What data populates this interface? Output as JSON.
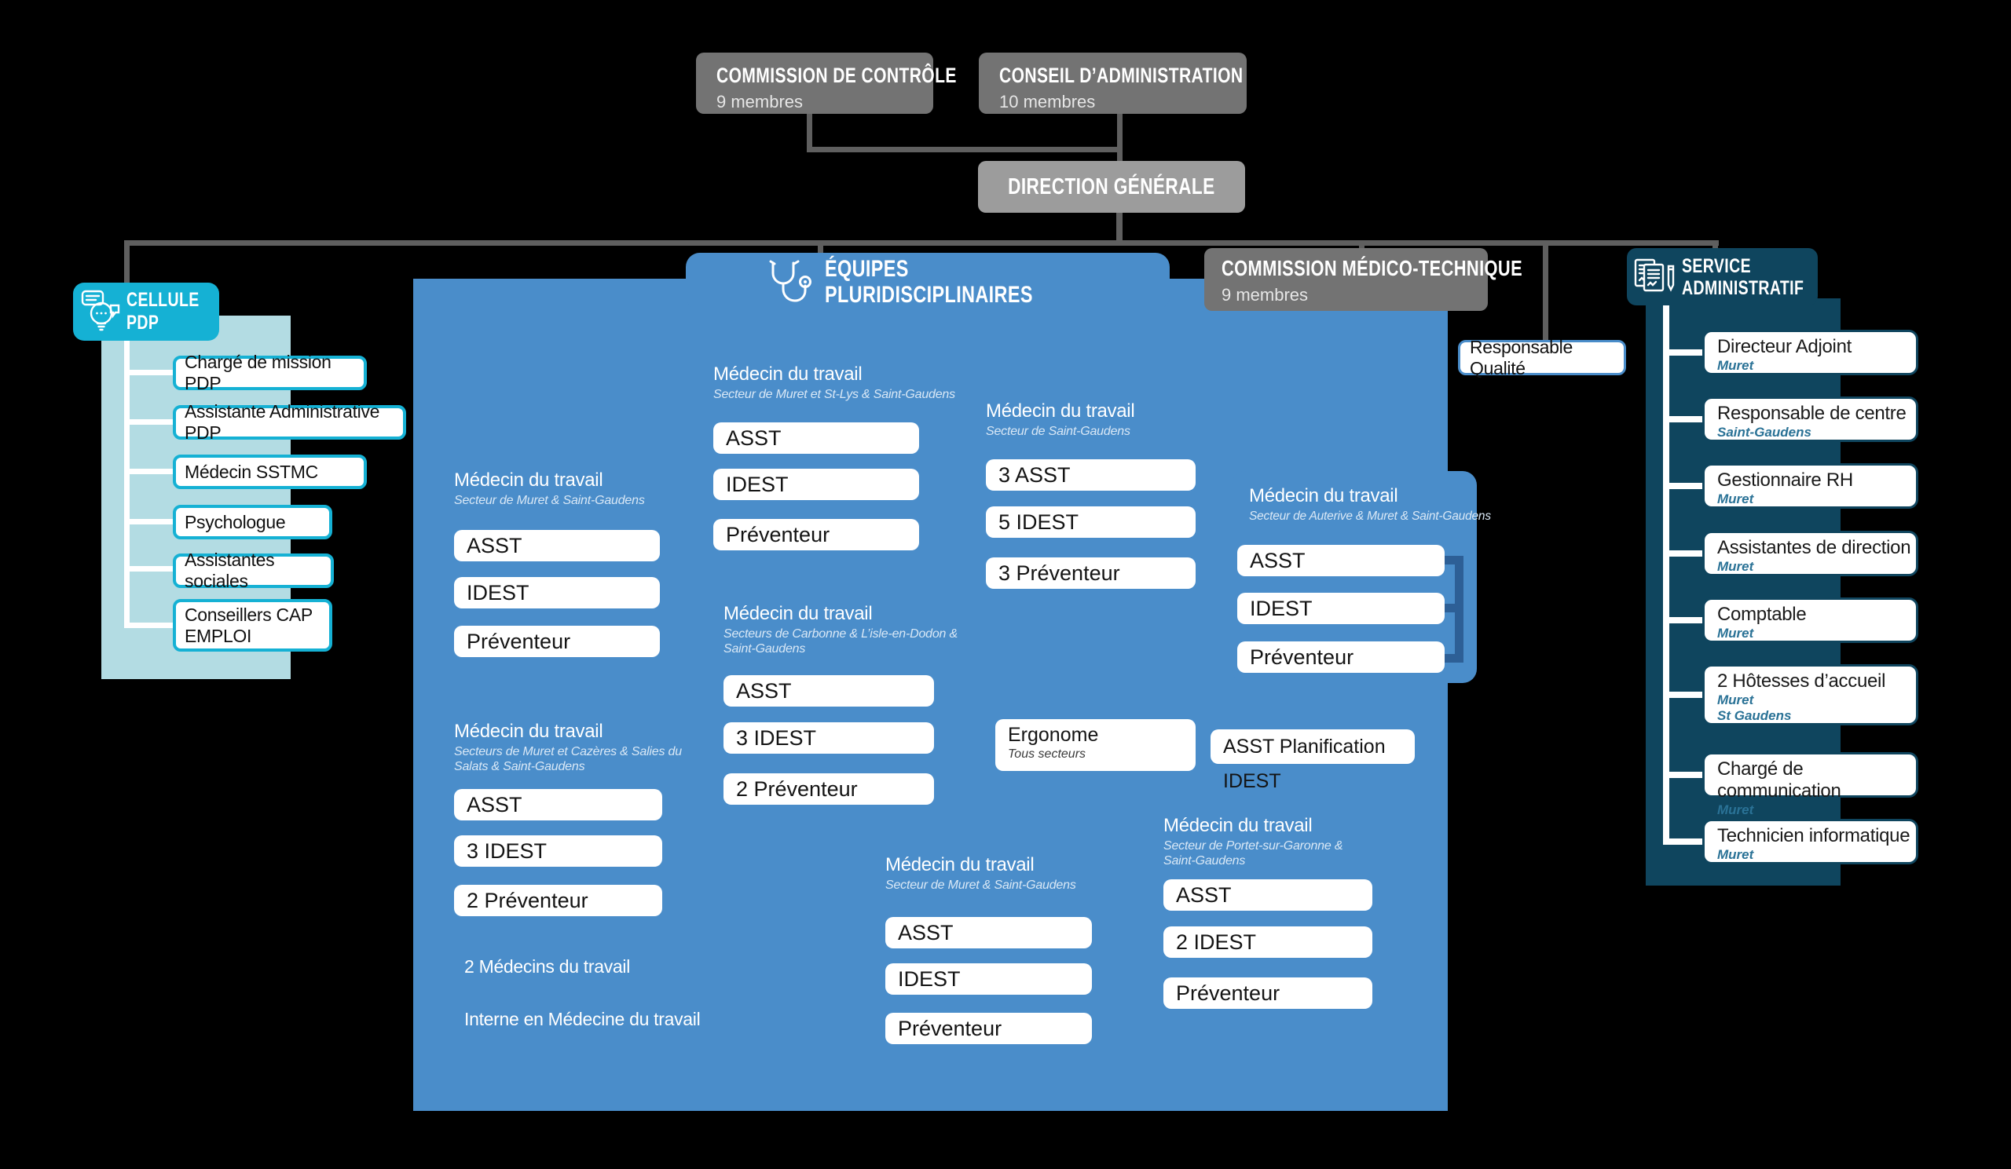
{
  "top": {
    "commission_controle": {
      "title": "COMMISSION DE CONTRÔLE",
      "subtitle": "9 membres"
    },
    "conseil_administration": {
      "title": "CONSEIL D’ADMINISTRATION",
      "subtitle": "10 membres"
    },
    "direction_generale": {
      "title": "DIRECTION GÉNÉRALE"
    }
  },
  "cellule_pdp": {
    "line1": "CELLULE",
    "line2": "PDP",
    "icon": "idea-bubble-icon",
    "items": [
      "Chargé de mission PDP",
      "Assistante Administrative PDP",
      "Médecin SSTMC",
      "Psychologue",
      "Assistantes sociales",
      "Conseillers CAP EMPLOI"
    ]
  },
  "equipes": {
    "line1": "ÉQUIPES",
    "line2": "PLURIDISCIPLINAIRES",
    "icon": "stethoscope-icon",
    "groups": [
      {
        "title": "Médecin du travail",
        "subtitle": "Secteur de Muret & Saint-Gaudens",
        "boxes": [
          "ASST",
          "IDEST",
          "Préventeur"
        ]
      },
      {
        "title": "Médecin du travail",
        "subtitle": "Secteurs de Muret et Cazères & Salies du Salats & Saint-Gaudens",
        "boxes": [
          "ASST",
          "3 IDEST",
          "2 Préventeur"
        ]
      },
      {
        "title": "Médecin du travail",
        "subtitle": "Secteur de Muret et St-Lys & Saint-Gaudens",
        "boxes": [
          "ASST",
          "IDEST",
          "Préventeur"
        ]
      },
      {
        "title": "Médecin du travail",
        "subtitle": "Secteurs de Carbonne & L’isle-en-Dodon & Saint-Gaudens",
        "boxes": [
          "ASST",
          "3 IDEST",
          "2 Préventeur"
        ]
      },
      {
        "title": "Médecin du travail",
        "subtitle": "Secteur de Muret & Saint-Gaudens",
        "boxes": [
          "ASST",
          "IDEST",
          "Préventeur"
        ]
      },
      {
        "title": "Médecin du travail",
        "subtitle": "Secteur de Saint-Gaudens",
        "boxes": [
          "3 ASST",
          "5 IDEST",
          "3 Préventeur"
        ]
      },
      {
        "title": "Médecin du travail",
        "subtitle": "Secteur de Auterive & Muret & Saint-Gaudens",
        "boxes": [
          "ASST",
          "IDEST",
          "Préventeur"
        ]
      },
      {
        "title": "Médecin du travail",
        "subtitle": "Secteur de Portet-sur-Garonne & Saint-Gaudens",
        "boxes": [
          "ASST",
          "2 IDEST",
          "Préventeur"
        ]
      }
    ],
    "ergonome": {
      "title": "Ergonome",
      "subtitle": "Tous secteurs"
    },
    "asst_planification": "ASST Planification IDEST",
    "notes": [
      "2 Médecins du travail",
      "Interne en Médecine du travail"
    ]
  },
  "commission_medico_technique": {
    "title": "COMMISSION MÉDICO-TECHNIQUE",
    "subtitle": "9 membres"
  },
  "responsable_qualite": {
    "label": "Responsable Qualité"
  },
  "service_administratif": {
    "line1": "SERVICE",
    "line2": "ADMINISTRATIF",
    "icon": "documents-pen-icon",
    "items": [
      {
        "title": "Directeur Adjoint",
        "sub1": "Muret"
      },
      {
        "title": "Responsable de centre",
        "sub1": "Saint-Gaudens"
      },
      {
        "title": "Gestionnaire RH",
        "sub1": "Muret"
      },
      {
        "title": "Assistantes de direction",
        "sub1": "Muret"
      },
      {
        "title": "Comptable",
        "sub1": "Muret"
      },
      {
        "title": "2 Hôtesses d’accueil",
        "sub1": "Muret",
        "sub2": "St Gaudens"
      },
      {
        "title": "Chargé de communication",
        "sub1": "Muret"
      },
      {
        "title": "Technicien informatique",
        "sub1": "Muret"
      }
    ]
  },
  "colors": {
    "background": "#000000",
    "gray_box": "#737373",
    "direction_gray": "#9c9c9c",
    "connector_gray": "#5f5f5f",
    "blue_panel": "#4a8dca",
    "bracket_blue": "#2d5f96",
    "cyan": "#15b1d4",
    "teal_light": "#b3dce3",
    "teal_dark": "#0f455e",
    "subtitle_teal": "#2a7296"
  }
}
